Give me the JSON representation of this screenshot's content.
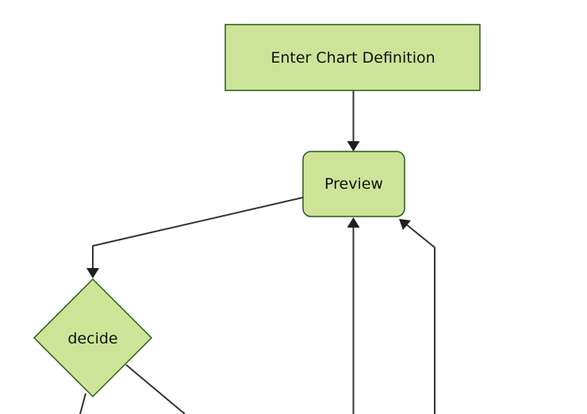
{
  "diagram": {
    "type": "flowchart",
    "direction": "top-down",
    "background": "#ffffff",
    "colors": {
      "node_fill": "#cde498",
      "node_border": "#2a5a1c",
      "edge_line": "#333333",
      "arrowhead": "#1f1f1f",
      "label_text": "#111111"
    },
    "nodes": {
      "enter_chart_definition": {
        "label": "Enter Chart Definition",
        "shape": "rectangle"
      },
      "preview": {
        "label": "Preview",
        "shape": "rounded-rectangle"
      },
      "decide": {
        "label": "decide",
        "shape": "diamond"
      }
    },
    "edges": [
      {
        "from": "enter_chart_definition",
        "to": "preview",
        "arrow": true
      },
      {
        "from": "preview",
        "to": "decide",
        "arrow": true
      },
      {
        "from": "decide",
        "to": "off-canvas-bottom-left",
        "arrow": false
      },
      {
        "from": "decide",
        "to": "off-canvas-bottom-right",
        "arrow": false
      },
      {
        "from": "off-canvas-bottom",
        "to": "preview",
        "arrow": true
      },
      {
        "from": "off-canvas-bottom-right",
        "to": "preview",
        "arrow": true
      }
    ]
  }
}
